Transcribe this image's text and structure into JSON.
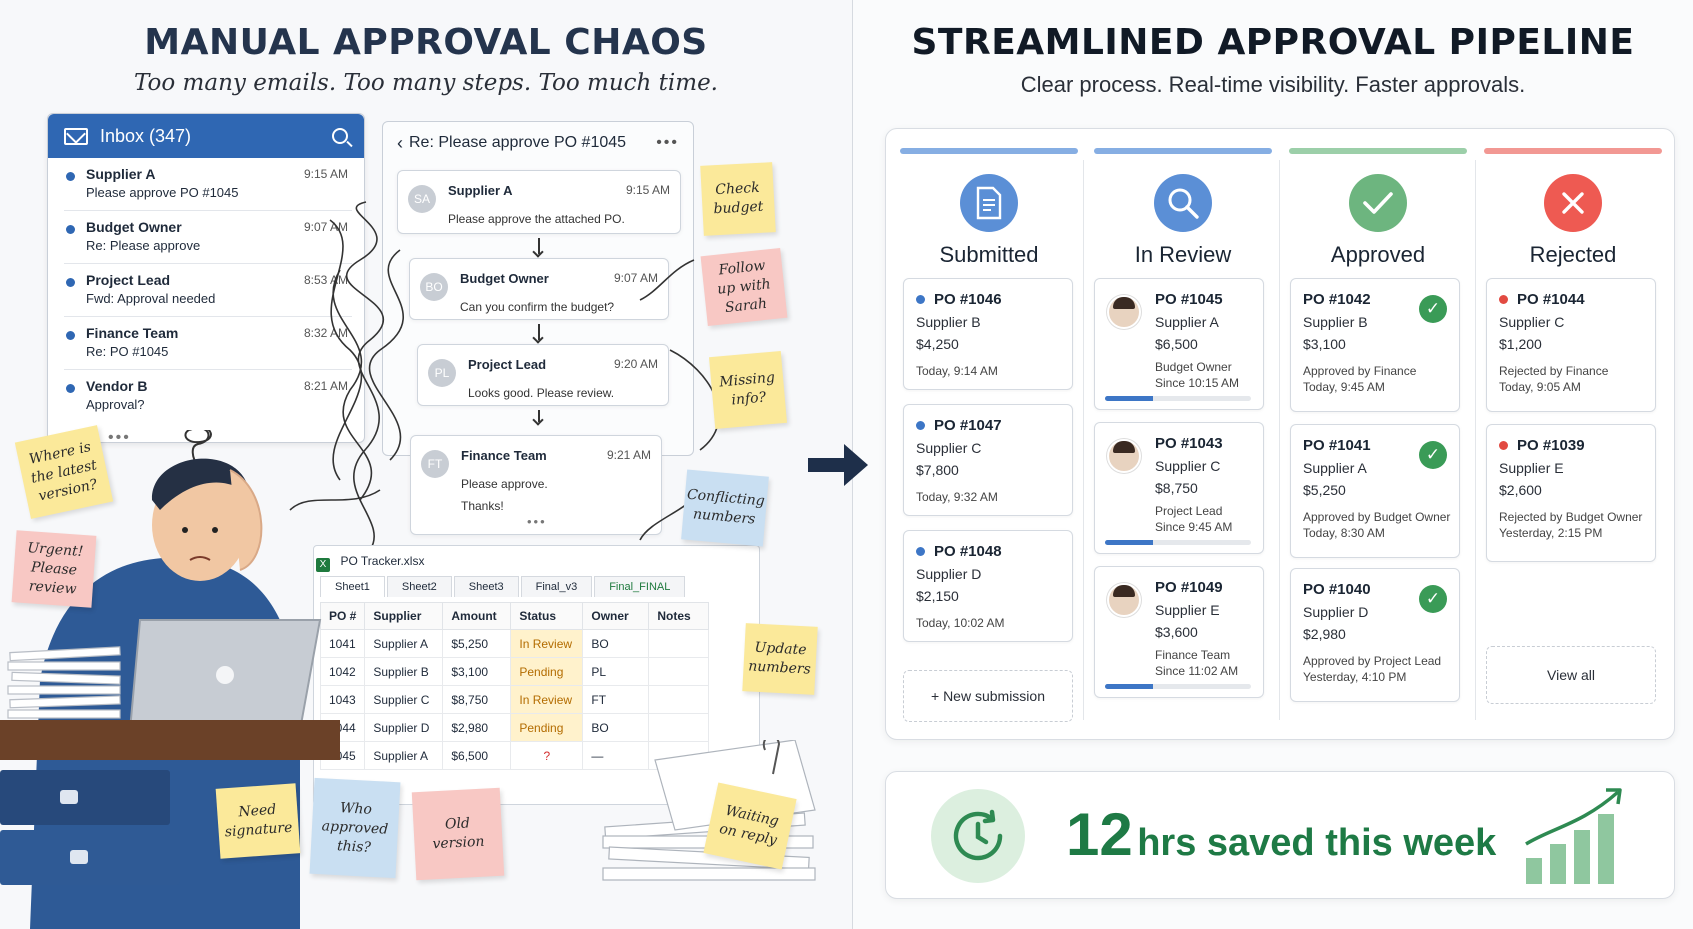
{
  "left": {
    "title": "MANUAL APPROVAL CHAOS",
    "subtitle": "Too many emails. Too many steps. Too much time.",
    "inbox": {
      "title": "Inbox (347)",
      "items": [
        {
          "from": "Supplier A",
          "subject": "Please approve PO #1045",
          "time": "9:15 AM"
        },
        {
          "from": "Budget Owner",
          "subject": "Re: Please approve",
          "time": "9:07 AM"
        },
        {
          "from": "Project Lead",
          "subject": "Fwd: Approval needed",
          "time": "8:53 AM"
        },
        {
          "from": "Finance Team",
          "subject": "Re: PO #1045",
          "time": "8:32 AM"
        },
        {
          "from": "Vendor B",
          "subject": "Approval?",
          "time": "8:21 AM"
        }
      ],
      "more": "•••"
    },
    "thread": {
      "title": "Re:  Please approve PO #1045",
      "back": "‹",
      "menu": "•••",
      "messages": [
        {
          "initials": "SA",
          "from": "Supplier A",
          "time": "9:15 AM",
          "body": "Please approve the attached PO."
        },
        {
          "initials": "BO",
          "from": "Budget Owner",
          "time": "9:07 AM",
          "body": "Can you confirm the budget?"
        },
        {
          "initials": "PL",
          "from": "Project Lead",
          "time": "9:20 AM",
          "body": "Looks good. Please review."
        },
        {
          "initials": "FT",
          "from": "Finance Team",
          "time": "9:21 AM",
          "body": "Please approve.",
          "body2": "Thanks!",
          "more": "•••"
        }
      ]
    },
    "sheet": {
      "file": "PO Tracker.xlsx",
      "tabs": [
        "Sheet1",
        "Sheet2",
        "Sheet3",
        "Final_v3",
        "Final_FINAL"
      ],
      "headers": [
        "PO #",
        "Supplier",
        "Amount",
        "Status",
        "Owner",
        "Notes"
      ],
      "rows": [
        [
          "1041",
          "Supplier A",
          "$5,250",
          "In Review",
          "BO",
          ""
        ],
        [
          "1042",
          "Supplier B",
          "$3,100",
          "Pending",
          "PL",
          ""
        ],
        [
          "1043",
          "Supplier C",
          "$8,750",
          "In Review",
          "FT",
          ""
        ],
        [
          "1044",
          "Supplier D",
          "$2,980",
          "Pending",
          "BO",
          ""
        ],
        [
          "1045",
          "Supplier A",
          "$6,500",
          "?",
          "—",
          ""
        ]
      ]
    },
    "notes": {
      "check_budget": "Check budget",
      "follow_up": "Follow up with Sarah",
      "missing_info": "Missing info?",
      "conflicting": "Conflicting numbers",
      "where_latest": "Where is the latest version?",
      "urgent": "Urgent! Please review",
      "update_numbers": "Update numbers",
      "need_signature": "Need signature",
      "who_approved": "Who approved this?",
      "old_version": "Old version",
      "waiting": "Waiting on reply"
    }
  },
  "right": {
    "title": "STREAMLINED APPROVAL PIPELINE",
    "subtitle": "Clear process. Real-time visibility. Faster approvals.",
    "colors": {
      "submitted": "#5b8fd6",
      "review": "#5b8fd6",
      "approved": "#6db57f",
      "rejected": "#ee5a52",
      "green": "#1e7a45"
    },
    "columns": {
      "submitted": {
        "title": "Submitted",
        "cards": [
          {
            "po": "PO #1046",
            "supplier": "Supplier B",
            "amount": "$4,250",
            "time": "Today, 9:14 AM"
          },
          {
            "po": "PO #1047",
            "supplier": "Supplier C",
            "amount": "$7,800",
            "time": "Today, 9:32 AM"
          },
          {
            "po": "PO #1048",
            "supplier": "Supplier D",
            "amount": "$2,150",
            "time": "Today, 10:02 AM"
          }
        ],
        "new": "+ New submission"
      },
      "review": {
        "title": "In Review",
        "cards": [
          {
            "po": "PO #1045",
            "supplier": "Supplier A",
            "amount": "$6,500",
            "owner": "Budget Owner",
            "since": "Since 10:15 AM",
            "progress": 0.33
          },
          {
            "po": "PO #1043",
            "supplier": "Supplier C",
            "amount": "$8,750",
            "owner": "Project Lead",
            "since": "Since 9:45 AM",
            "progress": 0.33
          },
          {
            "po": "PO #1049",
            "supplier": "Supplier E",
            "amount": "$3,600",
            "owner": "Finance Team",
            "since": "Since 11:02 AM",
            "progress": 0.33
          }
        ]
      },
      "approved": {
        "title": "Approved",
        "cards": [
          {
            "po": "PO #1042",
            "supplier": "Supplier B",
            "amount": "$3,100",
            "by": "Approved by Finance",
            "time": "Today, 9:45 AM"
          },
          {
            "po": "PO #1041",
            "supplier": "Supplier A",
            "amount": "$5,250",
            "by": "Approved by Budget Owner",
            "time": "Today, 8:30 AM"
          },
          {
            "po": "PO #1040",
            "supplier": "Supplier D",
            "amount": "$2,980",
            "by": "Approved by Project Lead",
            "time": "Yesterday, 4:10 PM"
          }
        ]
      },
      "rejected": {
        "title": "Rejected",
        "cards": [
          {
            "po": "PO #1044",
            "supplier": "Supplier C",
            "amount": "$1,200",
            "by": "Rejected by Finance",
            "time": "Today, 9:05 AM"
          },
          {
            "po": "PO #1039",
            "supplier": "Supplier E",
            "amount": "$2,600",
            "by": "Rejected by Budget Owner",
            "time": "Yesterday, 2:15 PM"
          }
        ],
        "view_all": "View all"
      }
    },
    "savings": {
      "number": "12",
      "text": "hrs saved this week"
    }
  }
}
